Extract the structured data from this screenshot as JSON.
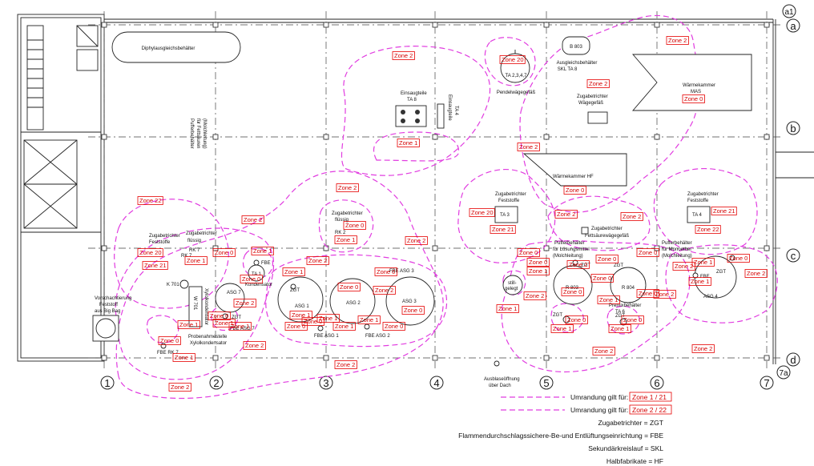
{
  "grid": {
    "columns": [
      "1",
      "2",
      "3",
      "4",
      "5",
      "6",
      "7"
    ],
    "rows": [
      "a1",
      "a",
      "b",
      "c",
      "d",
      "7a"
    ]
  },
  "equipment": {
    "diphyl": "Diphylausgleichsbehälter",
    "b803": "B 803",
    "ausgleich_1": "Ausgleichsbehälter",
    "ausgleich_2": "SKL TA 8",
    "ta2347": "TA 2,3,4,7",
    "pendel": "Pendelwägegefäß",
    "einsaug_l1": "Einsaugteile",
    "einsaug_l2": "TA 8",
    "einsaug_r1": "Einsaugteile",
    "einsaug_r2": "TA 4",
    "zug_waeg_1": "Zugabetrichter",
    "zug_waeg_2": "Wägegefäß",
    "wmas_1": "Wärmekammer",
    "wmas_2": "MAS",
    "puffer_fett_1": "Pufferbehälter",
    "puffer_fett_2": "für Fettsäuren",
    "puffer_fett_3": "(Molchleitung)",
    "wkhf": "Wärmekammer HF",
    "zug_fest_l1": "Zugabetrichter",
    "zug_fest_l2": "Feststoffe",
    "ta3": "TA 3",
    "zug_fett_w": "Zugabetrichter",
    "zug_fett_w2": "Fettsäurewägegefäß",
    "zug_fest_r1": "Zugabetrichter",
    "zug_fest_r2": "Feststoffe",
    "ta4": "TA 4",
    "zug_fl_1": "Zugabetrichter",
    "zug_fl_2": "flüssig",
    "rk2": "RK 2",
    "zug_fest_w1": "Zugabetrichter",
    "zug_fest_w2": "Feststoffe",
    "zug_fl_w1": "Zugabetrichter",
    "zug_fl_w2": "flüssig",
    "rk7a": "RK 7",
    "rk7b": "RK 7",
    "k701": "K 701",
    "w701": "W 701",
    "xylolkond": "Xylolkondensator",
    "fbe": "FBE",
    "ta1": "TA 1",
    "kondensator": "Kondensator",
    "asg7": "ASG 7",
    "zgt": "ZGT",
    "asg1": "ASG 1",
    "asg2": "ASG 2",
    "asg3": "ASG 3",
    "fbe_asg3": "FBE ASG 3",
    "fbe_asg1": "FBE ASG 1",
    "fbe_asg2": "FBE ASG 2",
    "fbe_asg7": "FBE ASG 7",
    "probe_1": "Probenahmestelle",
    "probe_2": "Xylolkondensator",
    "fbe_rk7": "FBE RK 7",
    "vorschub_1": "Vorschachtierung",
    "vorschub_2": "Feststoff",
    "vorschub_3": "aus Big Bag",
    "still_1": "still-",
    "still_2": "gelegt",
    "puffer_lm_1": "Pufferbehälter",
    "puffer_lm_2": "für Lösungsmittel",
    "puffer_lm_3": "(Molchleitung)",
    "r803": "R 803",
    "r804": "R 804",
    "premix_1": "Premixbehälter",
    "premix_2": "TA 6",
    "puffer_mo_1": "Pufferbehälter",
    "puffer_mo_2": "für Monoether",
    "puffer_mo_3": "(Molchleitung)",
    "asg4": "ASG 4",
    "ausblas_1": "Ausblaseöffnung",
    "ausblas_2": "über Dach"
  },
  "zones": {
    "z0": "Zone 0",
    "z1": "Zone 1",
    "z2": "Zone 2",
    "z20": "Zone 20",
    "z21": "Zone 21",
    "z22": "Zone 22"
  },
  "legend": {
    "border_1": "Umrandung gilt für:",
    "border_1_zone": "Zone 1 / 21",
    "border_2": "Umrandung gilt für:",
    "border_2_zone": "Zone 2 / 22",
    "zgt_def": "Zugabetrichter = ZGT",
    "fbe_def": "Flammendurchschlagssichere-Be-und Entlüftungseinrichtung = FBE",
    "skl_def": "Sekundärkreislauf = SKL",
    "hf_def": "Halbfabrikate = HF"
  },
  "colors": {
    "zone_outline": "#e13ce0",
    "zone_label": "#d40000"
  }
}
